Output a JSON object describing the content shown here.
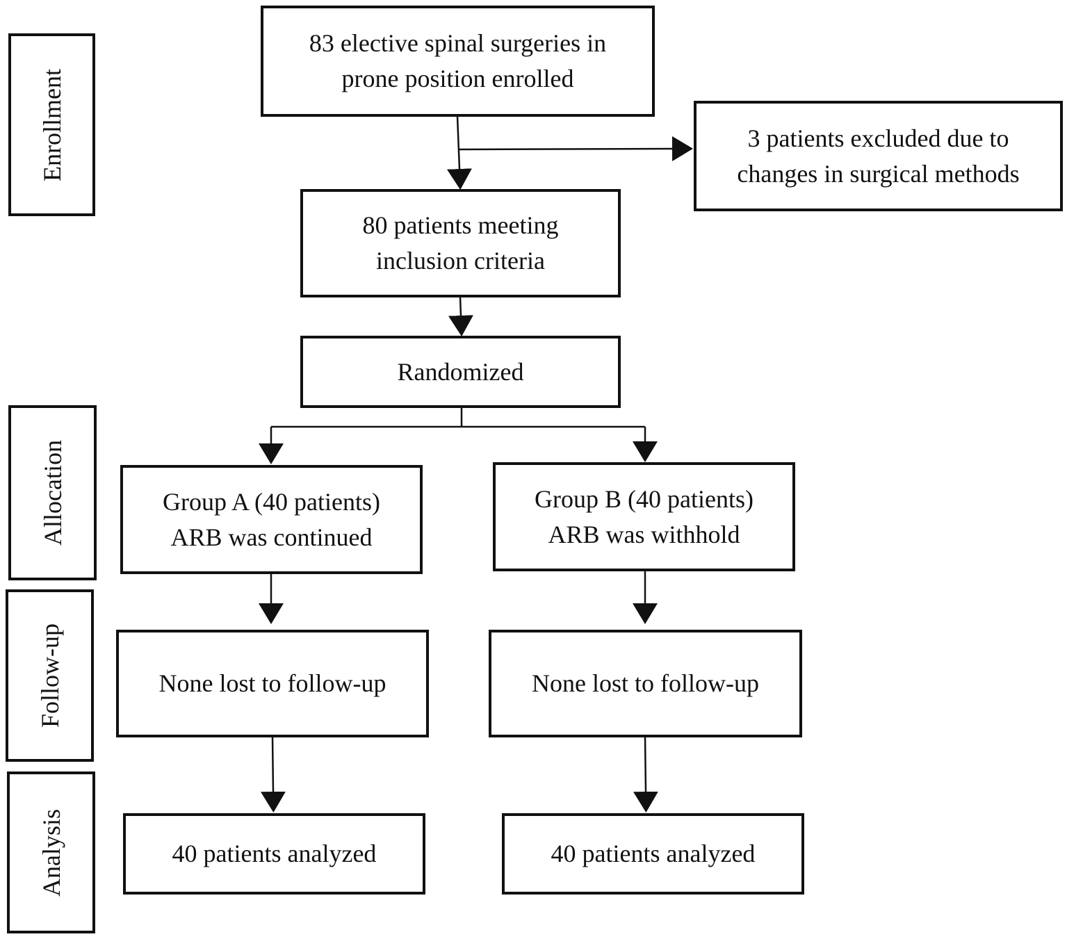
{
  "stages": {
    "enrollment": "Enrollment",
    "allocation": "Allocation",
    "followup": "Follow-up",
    "analysis": "Analysis"
  },
  "boxes": {
    "enrolled": [
      "83 elective spinal surgeries in",
      "prone position enrolled"
    ],
    "excluded": [
      "3 patients excluded due to",
      "changes in surgical methods"
    ],
    "inclusion": [
      "80 patients meeting",
      "inclusion criteria"
    ],
    "randomized": "Randomized",
    "group_a": [
      "Group A (40 patients)",
      "ARB was continued"
    ],
    "group_b": [
      "Group B (40 patients)",
      "ARB was withhold"
    ],
    "followup_a": "None lost to follow-up",
    "followup_b": "None lost to follow-up",
    "analysis_a": "40 patients analyzed",
    "analysis_b": "40 patients analyzed"
  },
  "colors": {
    "stroke": "#111111",
    "background": "#ffffff"
  }
}
